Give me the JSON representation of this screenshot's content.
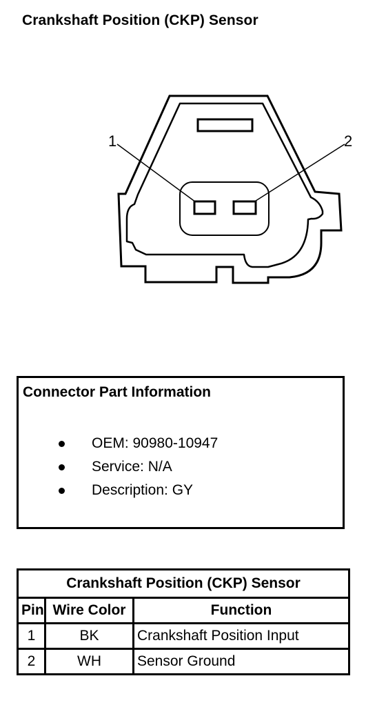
{
  "title": "Crankshaft Position (CKP) Sensor",
  "diagram": {
    "pin_labels": [
      "1",
      "2"
    ]
  },
  "connector_info": {
    "heading": "Connector Part Information",
    "items": [
      "OEM: 90980-10947",
      "Service: N/A",
      "Description: GY"
    ]
  },
  "pin_table": {
    "caption": "Crankshaft Position (CKP) Sensor",
    "headers": [
      "Pin",
      "Wire Color",
      "Function"
    ],
    "rows": [
      [
        "1",
        "BK",
        "Crankshaft Position Input"
      ],
      [
        "2",
        "WH",
        "Sensor Ground"
      ]
    ]
  }
}
